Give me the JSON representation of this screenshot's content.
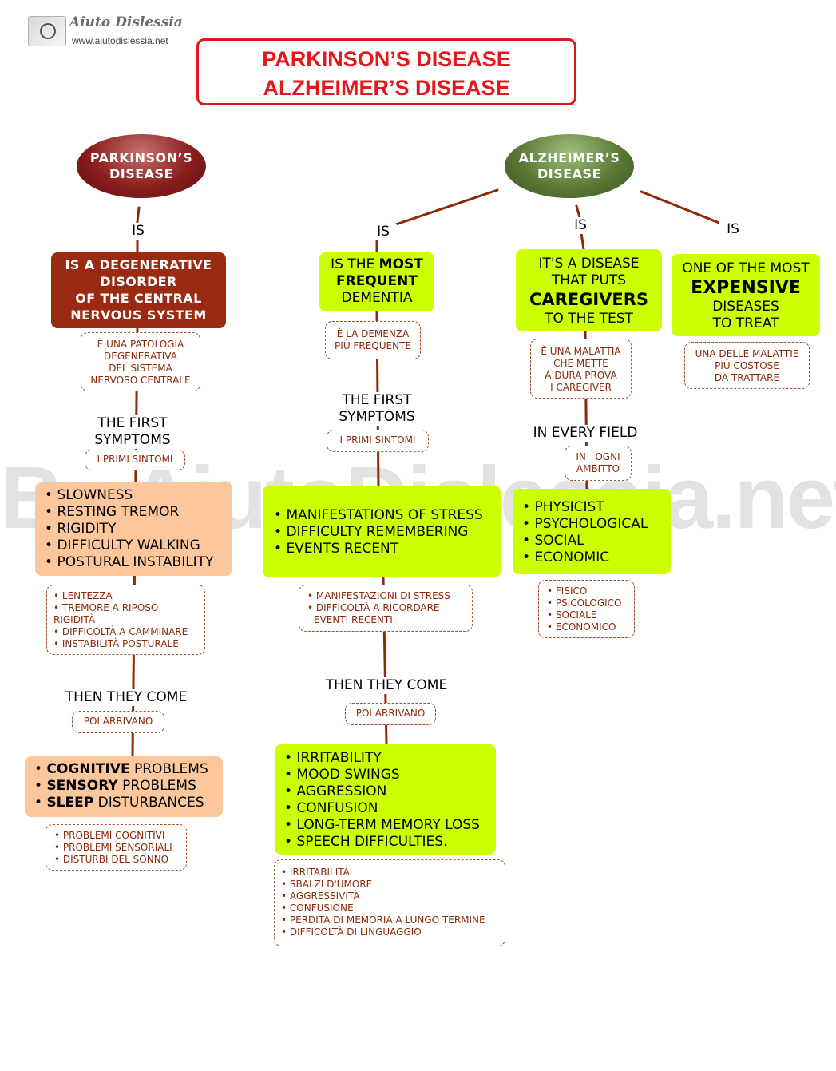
{
  "logo": {
    "brand": "Aiuto Dislessia",
    "url": "www.aiutodislessia.net"
  },
  "title": {
    "line1": "PARKINSON’S DISEASE",
    "line2": "ALZHEIMER’S DISEASE"
  },
  "watermark": "By AiutoDislessia.net",
  "colors": {
    "title_red": "#e4171a",
    "parkinson_dark": "#9b2a12",
    "alzheimer_green": "#5a7a35",
    "lime": "#ccff00",
    "peach": "#fcc79c",
    "connector": "#8b2a0a"
  },
  "parkinson": {
    "node": [
      "PARKINSON’S",
      "DISEASE"
    ],
    "is_label": "IS",
    "definition": [
      "IS A DEGENERATIVE",
      "DISORDER",
      "OF THE CENTRAL",
      "NERVOUS SYSTEM"
    ],
    "definition_it": [
      "È UNA PATOLOGIA",
      "DEGENERATIVA",
      "DEL SISTEMA",
      "NERVOSO CENTRALE"
    ],
    "first_symptoms_label": [
      "THE FIRST",
      "SYMPTOMS"
    ],
    "first_symptoms_it": "I PRIMI SINTOMI",
    "first_symptoms": [
      "SLOWNESS",
      "RESTING TREMOR",
      "RIGIDITY",
      "DIFFICULTY WALKING",
      "POSTURAL INSTABILITY"
    ],
    "first_symptoms_list_it": [
      "• LENTEZZA",
      "• TREMORE A RIPOSO",
      "RIGIDITÀ",
      "• DIFFICOLTÀ A CAMMINARE",
      "• INSTABILITÀ POSTURALE"
    ],
    "then_label": "THEN THEY COME",
    "then_it": "POI ARRIVANO",
    "later": [
      {
        "bold": "COGNITIVE",
        "rest": " PROBLEMS"
      },
      {
        "bold": "SENSORY",
        "rest": " PROBLEMS"
      },
      {
        "bold": "SLEEP",
        "rest": " DISTURBANCES"
      }
    ],
    "later_it": [
      "• PROBLEMI COGNITIVI",
      "• PROBLEMI SENSORIALI",
      "• DISTURBI DEL SONNO"
    ]
  },
  "alzheimer": {
    "node": [
      "ALZHEIMER’S",
      "DISEASE"
    ],
    "branch1": {
      "is_label": "IS",
      "line1_pre": "IS THE ",
      "line1_bold": "MOST",
      "line2_bold": "FREQUENT",
      "line3": "DEMENTIA",
      "it": [
        "È LA DEMENZA",
        "PIÙ FREQUENTE"
      ],
      "first_symptoms_label": [
        "THE FIRST",
        "SYMPTOMS"
      ],
      "first_symptoms_it": "I PRIMI SINTOMI",
      "first_symptoms": [
        "MANIFESTATIONS OF STRESS",
        "DIFFICULTY REMEMBERING",
        "EVENTS  RECENT"
      ],
      "first_symptoms_list_it": [
        "• MANIFESTAZIONI DI STRESS",
        "• DIFFICOLTÀ A RICORDARE",
        "EVENTI RECENTI."
      ],
      "then_label": "THEN THEY COME",
      "then_it": "POI ARRIVANO",
      "later": [
        "IRRITABILITY",
        "MOOD SWINGS",
        "AGGRESSION",
        "CONFUSION",
        "LONG-TERM MEMORY LOSS",
        "SPEECH DIFFICULTIES."
      ],
      "later_it": [
        "• IRRITABILITÀ",
        "• SBALZI D'UMORE",
        "• AGGRESSIVITÀ",
        "• CONFUSIONE",
        "• PERDITA DI MEMORIA A LUNGO TERMINE",
        "• DIFFICOLTÀ DI LINGUAGGIO"
      ]
    },
    "branch2": {
      "is_label": "IS",
      "lines": [
        "IT'S A DISEASE",
        "THAT PUTS"
      ],
      "bold": "CAREGIVERS",
      "last": "TO THE TEST",
      "it": [
        "È UNA MALATTIA",
        "CHE METTE",
        "A DURA PROVA",
        "I CAREGIVER"
      ],
      "field_label": "IN EVERY FIELD",
      "field_it": [
        "IN   OGNI",
        "AMBITTO"
      ],
      "fields": [
        "PHYSICIST",
        "PSYCHOLOGICAL",
        "SOCIAL",
        "ECONOMIC"
      ],
      "fields_it": [
        "• FISICO",
        "• PSICOLOGICO",
        "• SOCIALE",
        "• ECONOMICO"
      ]
    },
    "branch3": {
      "is_label": "IS",
      "line1": "ONE OF THE MOST",
      "bold": "EXPENSIVE",
      "line3": "DISEASES",
      "line4": "TO TREAT",
      "it": [
        "UNA DELLE MALATTIE",
        "PIÙ COSTOSE",
        "DA TRATTARE"
      ]
    }
  }
}
